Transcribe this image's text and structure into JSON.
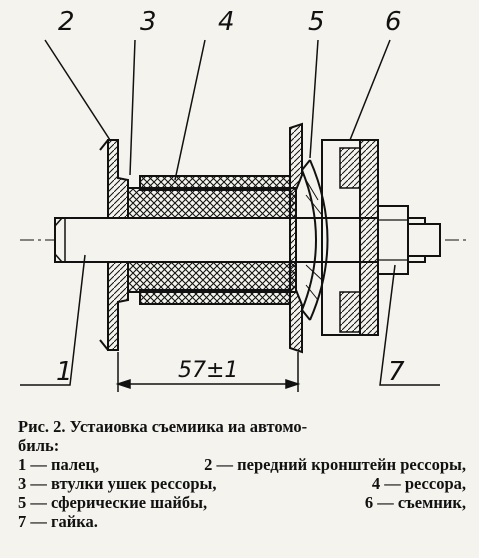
{
  "figure": {
    "part_labels": [
      "2",
      "3",
      "4",
      "5",
      "6",
      "1",
      "7"
    ],
    "dimension": "57±1"
  },
  "caption": {
    "title_line1": "Рис. 2. Устаиовка съемиика иа автомо-",
    "title_line2": "биль:",
    "legend": [
      {
        "number": "1",
        "text": "палец,"
      },
      {
        "number": "2",
        "text": "передний кронштейн рессоры,"
      },
      {
        "number": "3",
        "text": "втулки ушек рессоры,"
      },
      {
        "number": "4",
        "text": "рессора,"
      },
      {
        "number": "5",
        "text": "сферические шайбы,"
      },
      {
        "number": "6",
        "text": "съемник,"
      },
      {
        "number": "7",
        "text": "гайка."
      }
    ]
  }
}
